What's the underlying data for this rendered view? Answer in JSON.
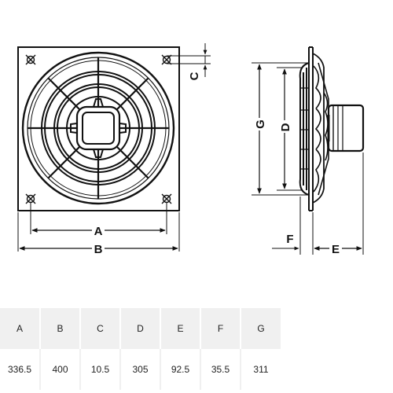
{
  "labels": {
    "A": "A",
    "B": "B",
    "C": "C",
    "D": "D",
    "E": "E",
    "F": "F",
    "G": "G"
  },
  "table": {
    "headers": [
      "A",
      "B",
      "C",
      "D",
      "E",
      "F",
      "G"
    ],
    "values": [
      "336.5",
      "400",
      "10.5",
      "305",
      "92.5",
      "35.5",
      "311"
    ]
  }
}
